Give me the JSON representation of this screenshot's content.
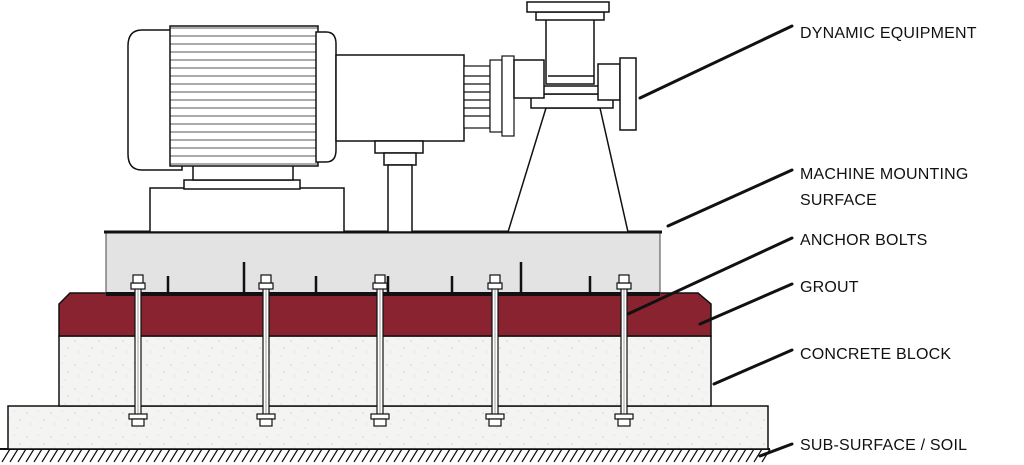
{
  "labels": {
    "dynamic_equipment": "DYNAMIC EQUIPMENT",
    "machine_mounting_line1": "MACHINE MOUNTING",
    "machine_mounting_line2": "SURFACE",
    "anchor_bolts": "ANCHOR BOLTS",
    "grout": "GROUT",
    "concrete_block": "CONCRETE BLOCK",
    "sub_surface": "SUB-SURFACE / SOIL"
  },
  "colors": {
    "grout": "#8a2330",
    "concrete": "#f3f3f1",
    "baseplate": "#e3e3e3",
    "outline": "#111111"
  }
}
